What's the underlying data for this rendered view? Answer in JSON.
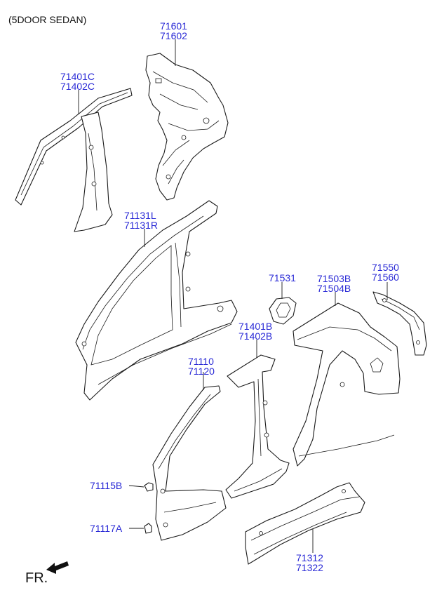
{
  "header": {
    "title": "(5DOOR SEDAN)"
  },
  "labels": {
    "p71601": "71601",
    "p71602": "71602",
    "p71401C": "71401C",
    "p71402C": "71402C",
    "p71131L": "71131L",
    "p71131R": "71131R",
    "p71531": "71531",
    "p71503B": "71503B",
    "p71504B": "71504B",
    "p71550": "71550",
    "p71560": "71560",
    "p71401B": "71401B",
    "p71402B": "71402B",
    "p71110": "71110",
    "p71120": "71120",
    "p71115B": "71115B",
    "p71117A": "71117A",
    "p71312": "71312",
    "p71322": "71322"
  },
  "orientation": {
    "label": "FR."
  },
  "colors": {
    "label": "#2a2ad6",
    "line": "#1a1a1a"
  }
}
